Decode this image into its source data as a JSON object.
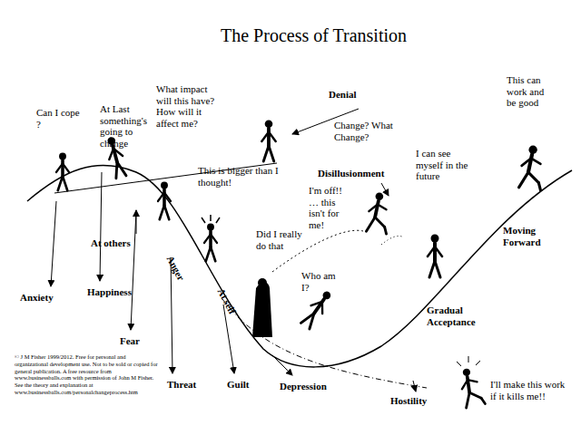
{
  "diagram": {
    "title": "The Process of Transition",
    "labels": [
      "Can I cope ?",
      "At Last something's going to change",
      "What impact will this have? How will it affect me?",
      "This is bigger than I thought!",
      "Denial",
      "Change? What Change?",
      "Disillusionment",
      "I'm off!! … this isn't for me!",
      "I can see myself in the future",
      "This can work and be good",
      "At others",
      "Anger",
      "At self",
      "Did I really do that",
      "Who am I?",
      "Moving Forward",
      "Gradual Acceptance",
      "I'll make this work if it kills me!!",
      "Anxiety",
      "Happiness",
      "Fear",
      "Threat",
      "Guilt",
      "Depression",
      "Hostility",
      "© J M Fisher 1999/2012. Free for personal and organizational development use. Not to be sold or copied for general publication. A free resource from www.businessballs.com with permission of John M Fisher. See the theory and explanation at www.businessballs.com/personalchangeprocess.htm"
    ]
  }
}
